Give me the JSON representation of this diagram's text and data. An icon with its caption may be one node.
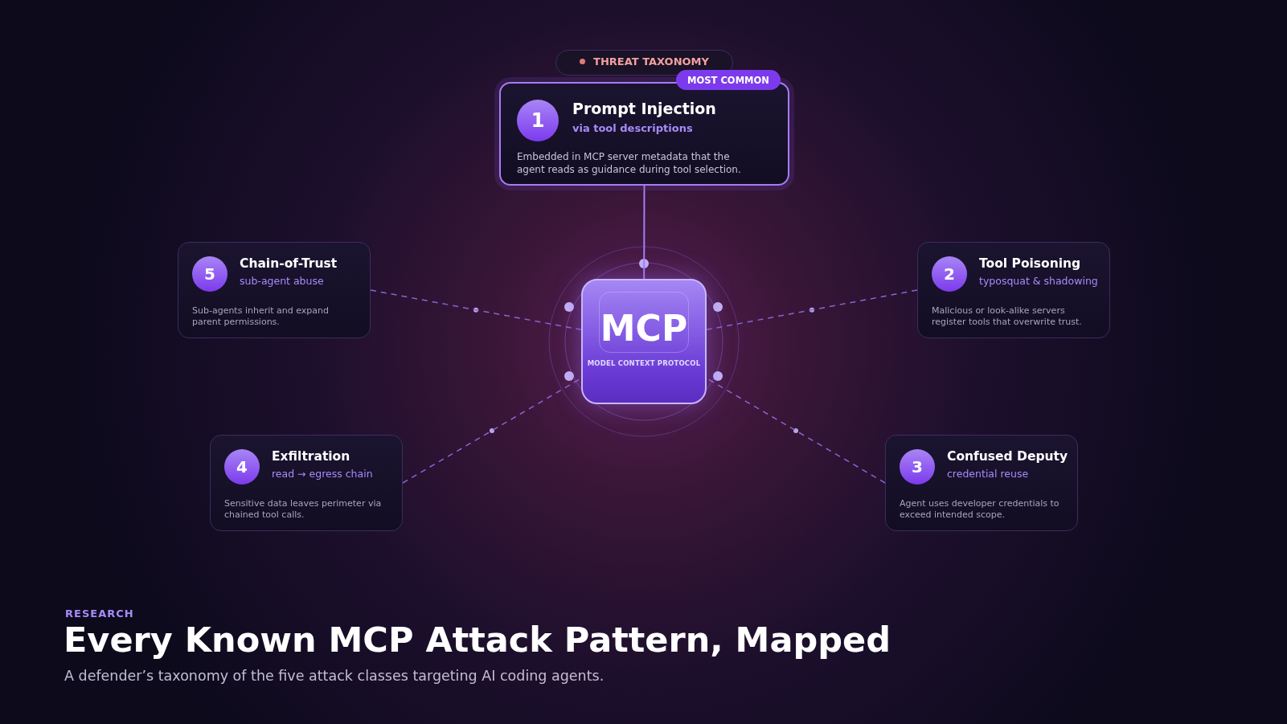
{
  "diagram": {
    "title": "Every Known MCP Attack Pattern, Mapped",
    "caption": "A defender’s taxonomy of the five attack classes targeting AI coding agents.",
    "nodes": [
      {
        "text": [
          "1",
          "Prompt Injection",
          "via tool descriptions",
          "Embedded in MCP server metadata that the agent reads as guidance during tool selection."
        ]
      },
      {
        "text": [
          "5",
          "Chain-of-Trust",
          "sub-agent abuse",
          "Sub-agents inherit and expand parent permissions."
        ]
      },
      {
        "text": [
          "MCP",
          "MODEL CONTEXT PROTOCOL"
        ]
      },
      {
        "text": [
          "2",
          "Tool Poisoning",
          "typosquat & shadowing",
          "Malicious or look-alike servers register tools that overwrite trust."
        ]
      },
      {
        "text": [
          "4",
          "Exfiltration",
          "read → egress chain",
          "Sensitive data leaves perimeter via chained tool calls."
        ]
      },
      {
        "text": [
          "3",
          "Confused Deputy",
          "credential reuse",
          "Agent uses developer credentials to exceed intended scope."
        ]
      }
    ],
    "edges": [
      {
        "from": 0,
        "to": 2,
        "arrow": "none"
      },
      {
        "from": 1,
        "to": 2,
        "arrow": "none",
        "style": "dashed"
      },
      {
        "from": 3,
        "to": 2,
        "arrow": "none",
        "style": "dashed"
      },
      {
        "from": 4,
        "to": 2,
        "arrow": "none",
        "style": "dashed"
      },
      {
        "from": 5,
        "to": 2,
        "arrow": "none",
        "style": "dashed"
      }
    ],
    "labels": [
      "THREAT TAXONOMY",
      "MOST COMMON",
      "RESEARCH"
    ]
  }
}
